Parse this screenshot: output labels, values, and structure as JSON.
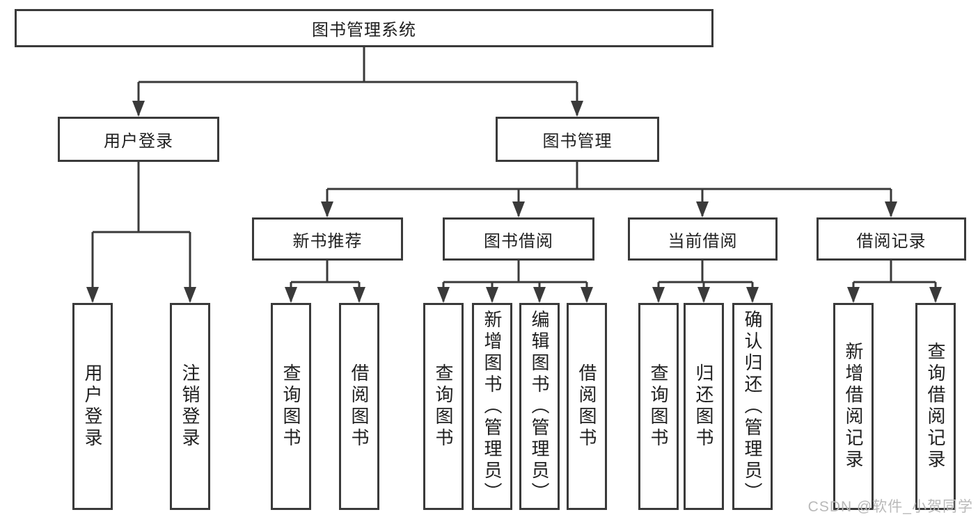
{
  "diagram": {
    "root": "图书管理系统",
    "branches": [
      "用户登录",
      "图书管理"
    ],
    "modules": [
      "新书推荐",
      "图书借阅",
      "当前借阅",
      "借阅记录"
    ],
    "user_login_children": [
      "用户登录",
      "注销登录"
    ],
    "new_book_children": [
      "查询图书",
      "借阅图书"
    ],
    "book_borrow_children": [
      "查询图书",
      "新增图书（管理员）",
      "编辑图书（管理员）",
      "借阅图书"
    ],
    "current_borrow_children": [
      "查询图书",
      "归还图书",
      "确认归还（管理员）"
    ],
    "borrow_record_children": [
      "新增借阅记录",
      "查询借阅记录"
    ],
    "watermark": "CSDN @软件_小贺同学",
    "colors": {
      "line": "#3a3a3a",
      "text": "#1f1f1f",
      "watermark": "#b9b9b9",
      "background": "#ffffff"
    }
  }
}
